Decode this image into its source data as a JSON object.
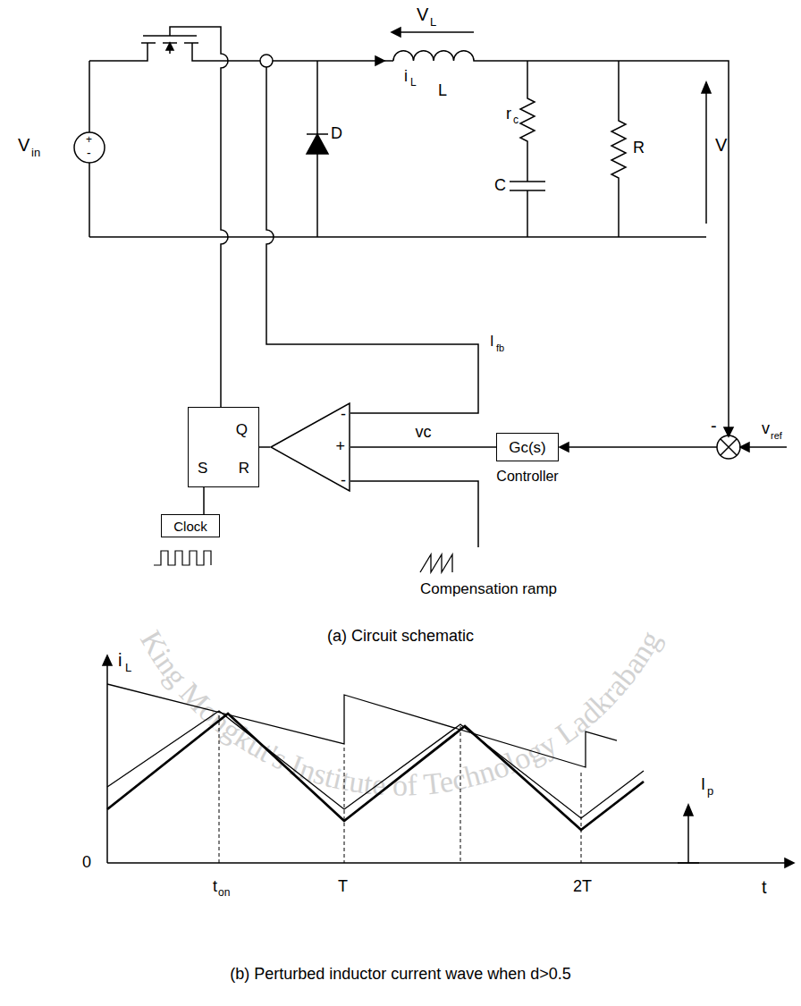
{
  "diagram": {
    "caption": "(b) Perturbed inductor current wave when d>0.5",
    "nodes": [
      {
        "text": [
          "Q",
          "S",
          "R"
        ]
      },
      {
        "text": [
          "Clock"
        ]
      },
      {
        "text": [
          "-",
          "+",
          "-"
        ]
      },
      {
        "text": [
          "Gc(s)",
          "Controller"
        ]
      }
    ],
    "edges": [
      {
        "from": 1,
        "to": 0,
        "arrow": "none"
      },
      {
        "from": 2,
        "to": 0,
        "arrow": "none"
      },
      {
        "from": 3,
        "to": 2,
        "arrow": "none",
        "label": "vc"
      }
    ],
    "labels": [
      "V",
      "L",
      "i",
      "L",
      "L",
      "r",
      "c",
      "C",
      "R",
      "V",
      "V",
      "in",
      "+",
      "-",
      "D",
      "I",
      "fb",
      "v",
      "ref",
      "-",
      "Compensation ramp",
      "(a) Circuit schematic",
      "i",
      "L",
      "I",
      "p",
      "0",
      "t",
      "t",
      "on",
      "T",
      "2T",
      "King Mongkut's Institute of Technology Ladkrabang"
    ]
  }
}
